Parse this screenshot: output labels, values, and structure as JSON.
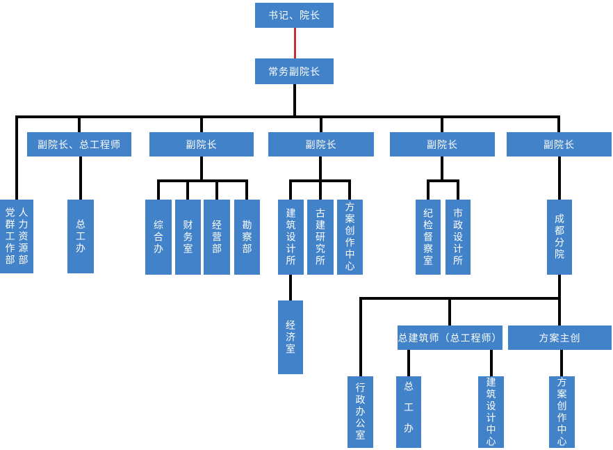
{
  "colors": {
    "background": "#ffffff",
    "box": "#4182c9",
    "text": "#ffffff",
    "line": "#000000",
    "red-connector": "#be342e"
  },
  "nodes": {
    "president": {
      "label": "书记、院长"
    },
    "exec_vp": {
      "label": "常务副院长"
    },
    "vp_chief_engineer": {
      "label": "副院长、总工程师"
    },
    "vp_2": {
      "label": "副院长"
    },
    "vp_3": {
      "label": "副院长"
    },
    "vp_4": {
      "label": "副院长"
    },
    "vp_5": {
      "label": "副院长"
    },
    "party_mass_dept": {
      "label": "党群工作部"
    },
    "hr_dept": {
      "label": "人力资源部"
    },
    "chief_engineer_office": {
      "label": "总工办"
    },
    "general_office": {
      "label": "综合办"
    },
    "finance_office": {
      "label": "财务室"
    },
    "operations_dept": {
      "label": "经营部"
    },
    "survey_dept": {
      "label": "勘察部"
    },
    "architecture_design_institute": {
      "label": "建筑设计所"
    },
    "ancient_architecture_institute": {
      "label": "古建研究所"
    },
    "scheme_creation_center": {
      "label": "方案创作中心"
    },
    "discipline_inspection_office": {
      "label": "纪检督察室"
    },
    "municipal_design_institute": {
      "label": "市政设计所"
    },
    "chengdu_branch": {
      "label": "成都分院"
    },
    "economy_office": {
      "label": "经济室"
    },
    "chief_architect": {
      "label": "总建筑师（总工程师）"
    },
    "scheme_lead": {
      "label": "方案主创"
    },
    "admin_office": {
      "label": "行政办公室"
    },
    "branch_chief_engineer_office": {
      "label": "总工办"
    },
    "architecture_design_center": {
      "label": "建筑设计中心"
    },
    "branch_scheme_creation_center": {
      "label": "方案创作中心"
    }
  }
}
